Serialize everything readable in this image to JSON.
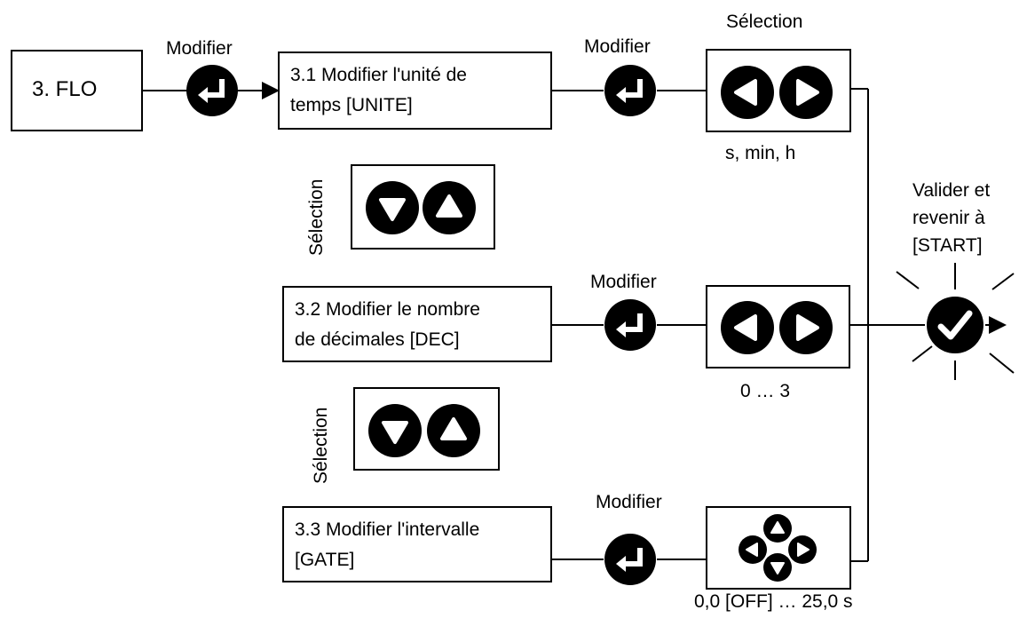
{
  "start_box": {
    "label": "3. FLO"
  },
  "steps": [
    {
      "label": "3.1 Modifier l'unité de\ntemps [UNITE]",
      "action": "Modifier",
      "selector_title": "Sélection",
      "range": "s, min, h"
    },
    {
      "label": "3.2 Modifier le nombre\nde décimales [DEC]",
      "action": "Modifier",
      "range": "0 … 3"
    },
    {
      "label": "3.3 Modifier l'intervalle\n[GATE]",
      "action": "Modifier",
      "range": "0,0 [OFF] … 25,0 s"
    }
  ],
  "first_action": "Modifier",
  "vertical_selectors": [
    {
      "label": "Sélection"
    },
    {
      "label": "Sélection"
    }
  ],
  "confirm": {
    "label": "Valider et\nrevenir à\n[START]"
  },
  "colors": {
    "stroke": "#000000",
    "fill_dark": "#000000",
    "background": "#ffffff",
    "glyph": "#ffffff"
  },
  "icons": [
    "enter-key-icon",
    "left-arrow-icon",
    "right-arrow-icon",
    "down-arrow-icon",
    "up-arrow-icon",
    "checkmark-icon"
  ]
}
